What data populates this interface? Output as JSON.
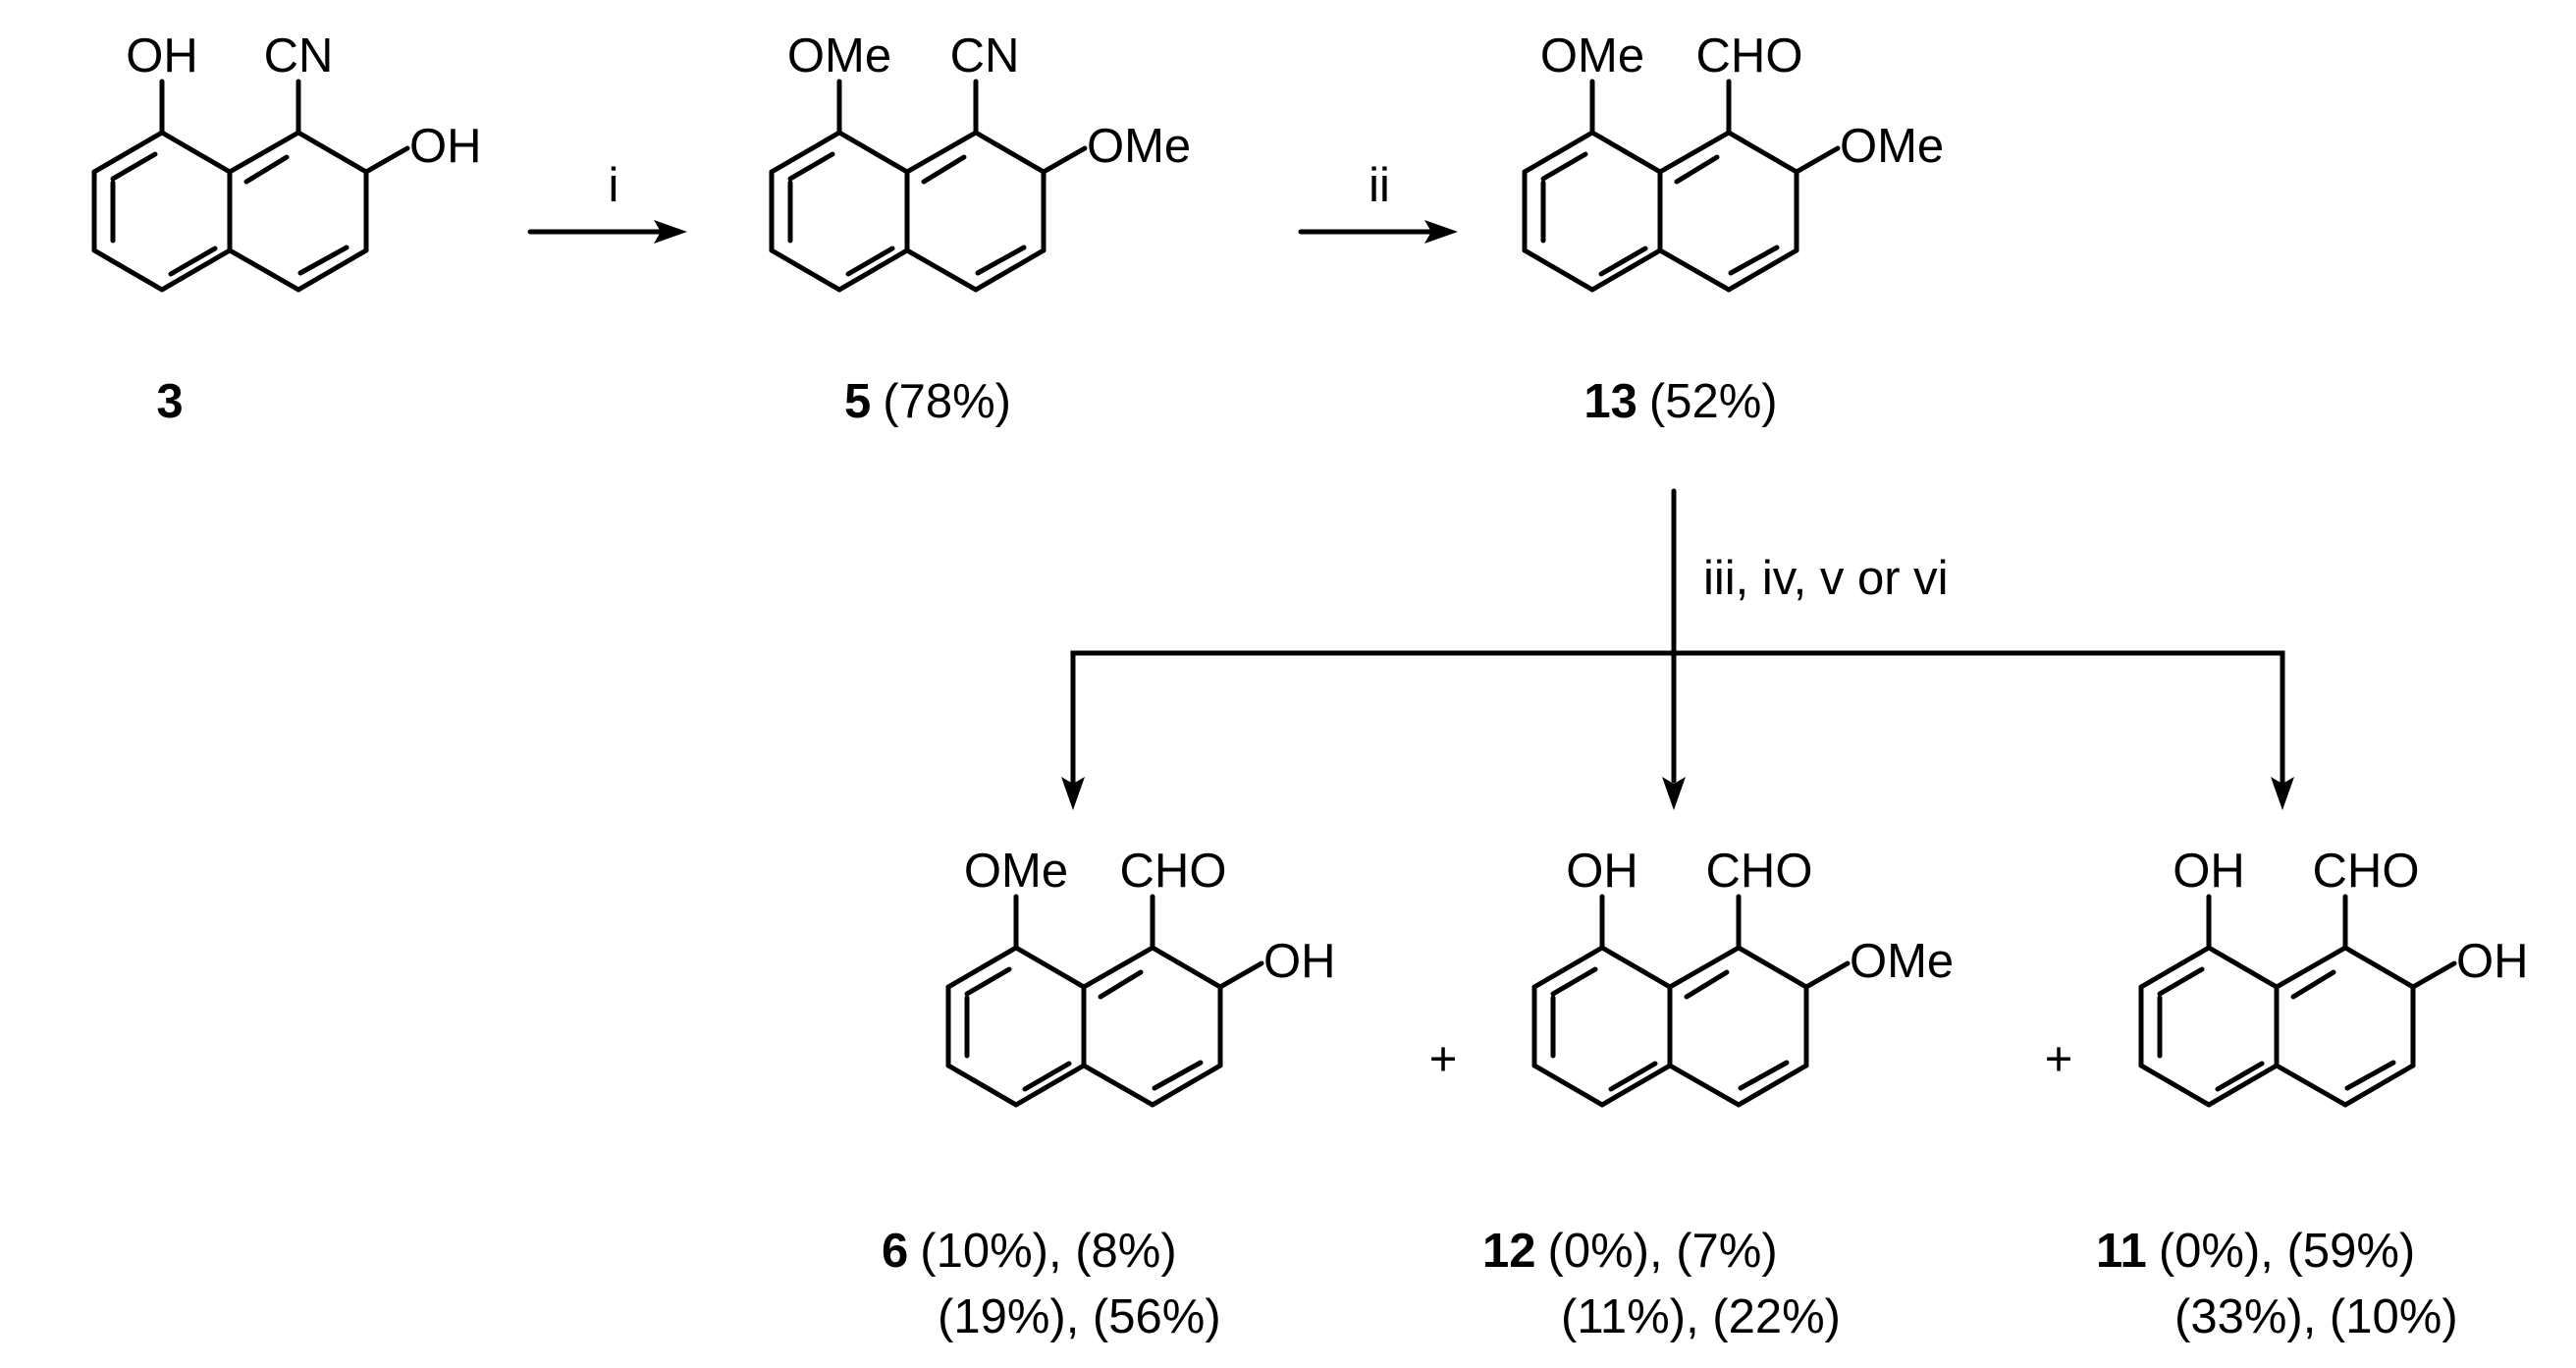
{
  "compounds": [
    {
      "id": "3",
      "number": "3",
      "yield": "",
      "substituents": {
        "peri": "OH",
        "top": "CN",
        "ortho": "OH"
      }
    },
    {
      "id": "5",
      "number": "5",
      "yield": "(78%)",
      "substituents": {
        "peri": "OMe",
        "top": "CN",
        "ortho": "OMe"
      }
    },
    {
      "id": "13",
      "number": "13",
      "yield": "(52%)",
      "substituents": {
        "peri": "OMe",
        "top": "CHO",
        "ortho": "OMe"
      }
    },
    {
      "id": "6",
      "number": "6",
      "yield": "(10%), (8%)",
      "yield2": "(19%), (56%)",
      "substituents": {
        "peri": "OMe",
        "top": "CHO",
        "ortho": "OH"
      }
    },
    {
      "id": "12",
      "number": "12",
      "yield": "(0%), (7%)",
      "yield2": "(11%), (22%)",
      "substituents": {
        "peri": "OH",
        "top": "CHO",
        "ortho": "OMe"
      }
    },
    {
      "id": "11",
      "number": "11",
      "yield": "(0%), (59%)",
      "yield2": "(33%), (10%)",
      "substituents": {
        "peri": "OH",
        "top": "CHO",
        "ortho": "OH"
      }
    }
  ],
  "steps": [
    {
      "id": "step-1",
      "label": "i"
    },
    {
      "id": "step-2",
      "label": "ii"
    },
    {
      "id": "step-3",
      "label": "iii, iv, v or vi"
    }
  ],
  "plus_signs": [
    "+",
    "+"
  ]
}
